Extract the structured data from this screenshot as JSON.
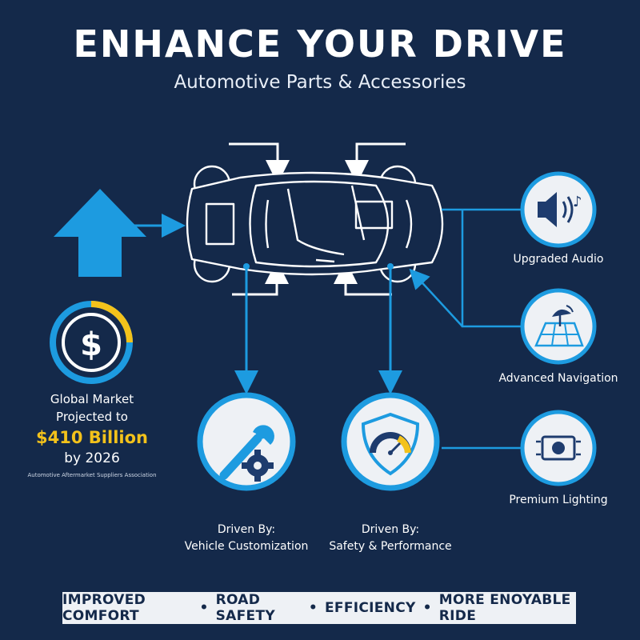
{
  "header": {
    "title": "ENHANCE YOUR DRIVE",
    "subtitle": "Automotive Parts & Accessories"
  },
  "market": {
    "line1": "Global Market",
    "line2": "Projected to",
    "amount": "$410 Billion",
    "year": "by 2026",
    "source": "Automotive Aftermarket Suppliers Association",
    "dollar_icon": "dollar-icon"
  },
  "features": {
    "audio": {
      "label": "Upgraded Audio",
      "icon": "speaker-icon"
    },
    "navigation": {
      "label": "Advanced Navigation",
      "icon": "map-satellite-icon"
    },
    "lighting": {
      "label": "Premium Lighting",
      "icon": "headlight-icon"
    }
  },
  "drivers": {
    "customization": {
      "label1": "Driven By:",
      "label2": "Vehicle Customization",
      "icon": "wrench-gear-icon"
    },
    "safety": {
      "label1": "Driven By:",
      "label2": "Safety & Performance",
      "icon": "shield-gauge-icon"
    }
  },
  "banner": {
    "items": [
      "IMPROVED COMFORT",
      "ROAD SAFETY",
      "EFFICIENCY",
      "MORE ENOYABLE RIDE"
    ],
    "separator": "•"
  },
  "colors": {
    "background": "#14294a",
    "accent_blue": "#1d9be0",
    "gold": "#f3c21b",
    "circle_fill": "#eef1f5",
    "icon_navy": "#1e3c6e"
  }
}
